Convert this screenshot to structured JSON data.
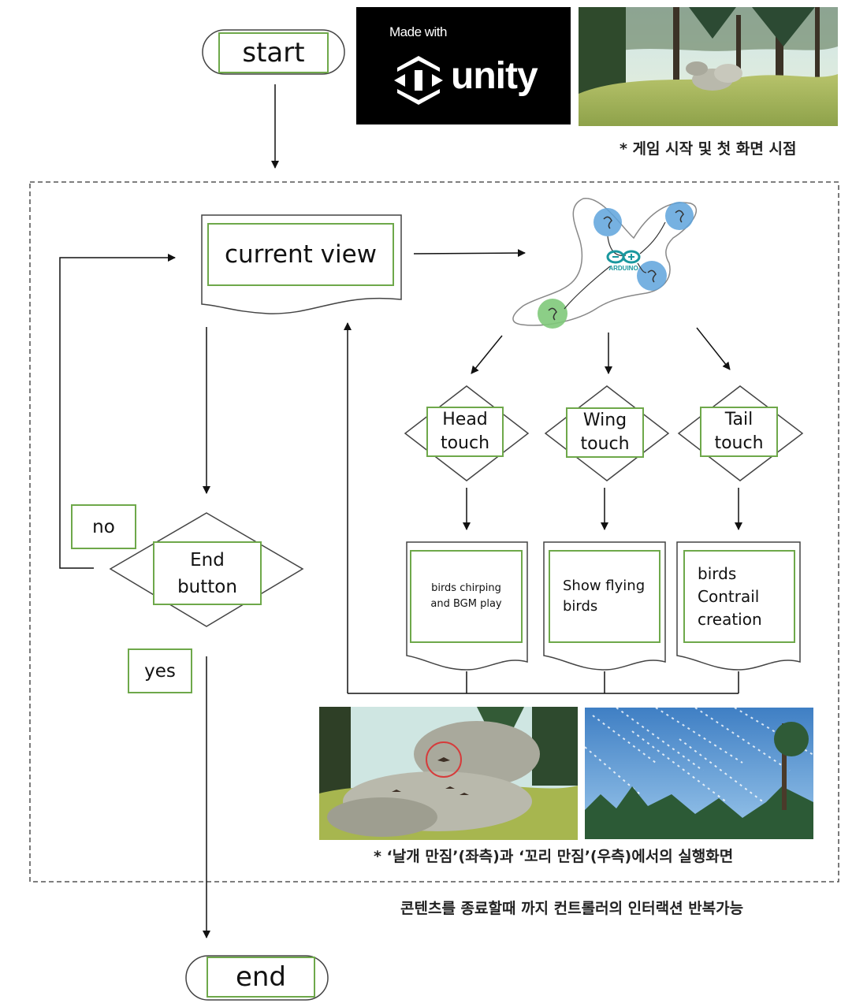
{
  "terminals": {
    "start": "start",
    "end": "end"
  },
  "nodes": {
    "current_view": "current view",
    "end_button": [
      "End",
      "button"
    ],
    "touches": [
      {
        "line1": "Head",
        "line2": "touch"
      },
      {
        "line1": "Wing",
        "line2": "touch"
      },
      {
        "line1": "Tail",
        "line2": "touch"
      }
    ],
    "outputs": [
      {
        "lines": [
          "birds chirping",
          "and BGM play"
        ]
      },
      {
        "lines": [
          "Show flying",
          "birds"
        ]
      },
      {
        "lines": [
          "birds",
          "Contrail",
          "creation"
        ]
      }
    ]
  },
  "branch_labels": {
    "no": "no",
    "yes": "yes"
  },
  "unity_logo": {
    "made_with": "Made with",
    "wordmark": "unity"
  },
  "arduino_logo": "ARDUINO",
  "captions": {
    "start_screen": "* 게임 시작 및 첫 화면 시점",
    "result_screens": "* ‘날개 만짐’(좌측)과 ‘꼬리 만짐’(우측)에서의 실행화면",
    "loop_note": "콘텐츠를 종료할때 까지 컨트롤러의 인터랙션 반복가능"
  },
  "colors": {
    "box_border": "#6ea84a",
    "sensor_blue": "#5ea3dc",
    "sensor_green": "#7fc97a",
    "arduino_teal": "#19979e"
  }
}
